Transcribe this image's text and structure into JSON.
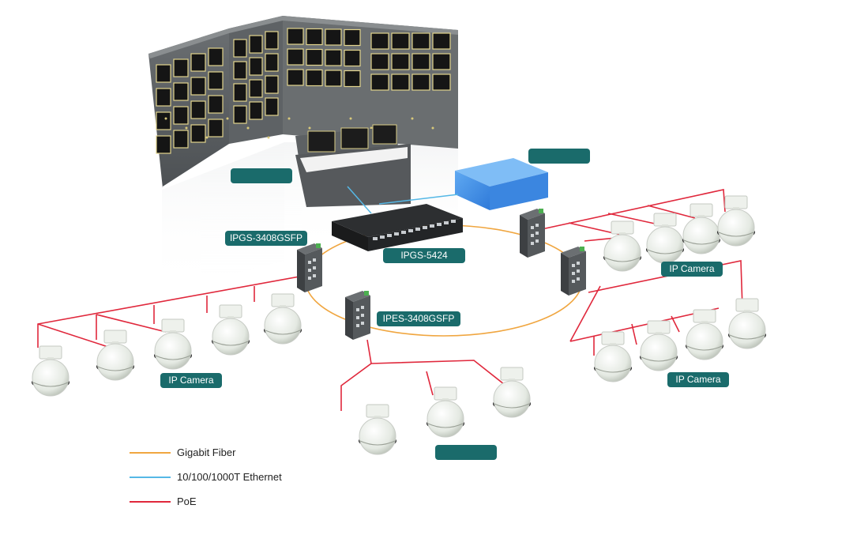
{
  "colors": {
    "fiber": "#f0a640",
    "ethernet": "#55b8e6",
    "poe": "#e0283c",
    "tag_bg": "#1a6b6b",
    "wall": "#5a5e61"
  },
  "labels": {
    "switch_left": "IPGS-3408GSFP",
    "switch_core": "IPGS-5424",
    "switch_center": "IPES-3408GSFP",
    "camera_group_left": "IP Camera",
    "camera_group_right_top": "IP Camera",
    "camera_group_right_bottom": "IP Camera",
    "tag_blank_control": "",
    "tag_blank_storage": "",
    "tag_blank_bottom": ""
  },
  "legend": [
    {
      "label": "Gigabit Fiber",
      "color": "#f0a640"
    },
    {
      "label": "10/100/1000T Ethernet",
      "color": "#55b8e6"
    },
    {
      "label": "PoE",
      "color": "#e0283c"
    }
  ],
  "icons": [
    "video-wall",
    "control-console",
    "storage-server",
    "core-switch",
    "industrial-switch",
    "dome-camera"
  ]
}
